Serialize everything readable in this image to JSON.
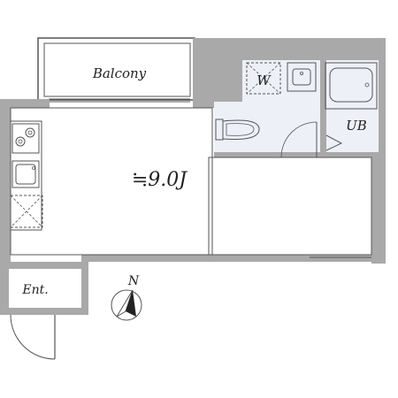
{
  "floorplan": {
    "rooms": {
      "balcony": "Balcony",
      "washer": "W",
      "unit_bath": "UB",
      "main_room": "≒9.0J",
      "entrance": "Ent."
    },
    "compass": {
      "north_label": "N"
    },
    "colors": {
      "wall": "#a9a9a9",
      "wet_area": "#eef0f8",
      "line": "#555555",
      "text": "#222222"
    }
  }
}
